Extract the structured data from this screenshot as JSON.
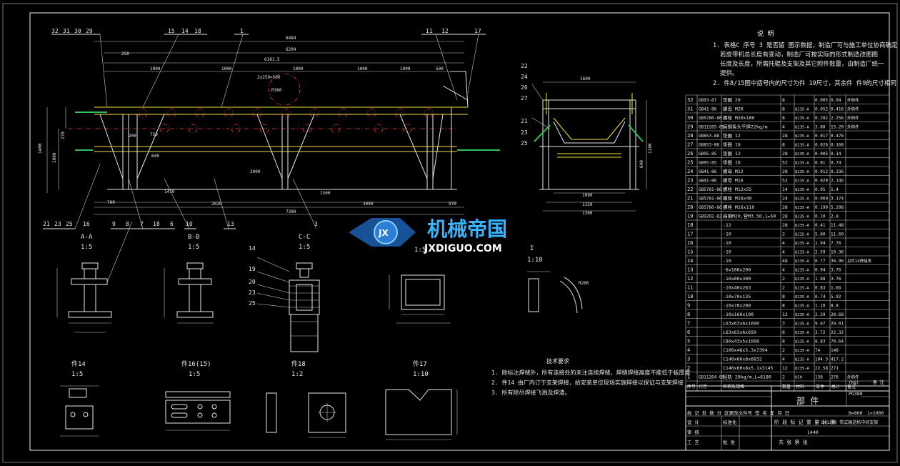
{
  "notes": {
    "title": "说 明",
    "lines": [
      "1. 表格C 序号 3 是否留 图示数据，制造厂可与施工单位协商确定",
      "若皮带机总长度有变动，制造厂可按实际的形式制造改图图",
      "长度及长度，所需托辊及支架及其它附件数量，由制造厂统一",
      "提供。",
      "2. 件8/15图中括号内的尺寸为件 19尺寸，其余件 件9的尺寸相同"
    ]
  },
  "tech": {
    "title": "技术要求",
    "lines": [
      "1. 除标注焊缝外，所有连接处的未注连续焊缝，焊缝焊接高度不能低于板厚度",
      "2. 件14 由厂内订于支架焊接，给安装单位现场实施焊接以保证与支架焊接",
      "3. 所有除尽焊接飞溅及焊渣。"
    ]
  },
  "bom": {
    "header": [
      "序号",
      "代号",
      "名称及规格",
      "数量",
      "材料",
      "单件",
      "总计",
      "备注"
    ],
    "rows": [
      [
        "32",
        "GB93-87",
        "垫圈 20",
        "8",
        "",
        "0.005",
        "0.04",
        "外购件"
      ],
      [
        "31",
        "GB41-86",
        "螺母 M20",
        "8",
        "Q235-A",
        "0.052",
        "0.416",
        "外购件"
      ],
      [
        "30",
        "GB5780-86",
        "螺栓 M20x100",
        "8",
        "Q235-A",
        "0.282",
        "2.256",
        "外购件"
      ],
      [
        "29",
        "GB11265-89",
        "扁钢条头平焊22kg/m",
        "4",
        "Q235-A",
        "3.80",
        "15.20",
        "外购件"
      ],
      [
        "28",
        "GB853-88",
        "垫圈 12",
        "28",
        "Q235-A",
        "0.017",
        "0.476",
        ""
      ],
      [
        "27",
        "GB853-88",
        "垫圈 16",
        "8",
        "Q235-A",
        "0.026",
        "0.168",
        ""
      ],
      [
        "26",
        "GB95-85",
        "垫圈 12",
        "28",
        "Q235-A",
        "0.005",
        "0.14",
        ""
      ],
      [
        "25",
        "GB95-85",
        "垫圈 16",
        "52",
        "Q235-A",
        "0.01",
        "0.74",
        ""
      ],
      [
        "24",
        "GB41-86",
        "螺母 M12",
        "28",
        "Q235-A",
        "0.012",
        "0.336",
        ""
      ],
      [
        "23",
        "GB41-86",
        "螺母 M16",
        "52",
        "Q235-A",
        "0.029",
        "2.146",
        ""
      ],
      [
        "22",
        "GB5781-86",
        "螺栓 M12x55",
        "14",
        "Q235-A",
        "0.05",
        "1.4",
        ""
      ],
      [
        "21",
        "GB5781-86",
        "螺栓 M16x40",
        "24",
        "Q235-A",
        "0.069",
        "3.174",
        ""
      ],
      [
        "20",
        "GB5780-86",
        "螺栓 M16x110",
        "28",
        "Q235-A",
        "0.199",
        "5.298",
        ""
      ],
      [
        "19",
        "GB9202-82",
        "扁钢M20,管M3.50,1=50",
        "28",
        "Q235-A",
        "0.10",
        "2.8",
        ""
      ],
      [
        "18",
        "",
        "-12",
        "28",
        "Q235-A",
        "0.41",
        "11.48",
        ""
      ],
      [
        "17",
        "",
        "-10",
        "2",
        "Q235-A",
        "5.80",
        "11.60",
        ""
      ],
      [
        "16",
        "",
        "-10",
        "4",
        "Q235-A",
        "1.94",
        "7.76",
        ""
      ],
      [
        "15",
        "",
        "-10",
        "4",
        "Q235-A",
        "2.59",
        "10.36",
        ""
      ],
      [
        "14",
        "",
        "-10",
        "48",
        "Q235-A",
        "0.77",
        "36.96",
        "见件14焊接表"
      ],
      [
        "13",
        "",
        "-6x100x200",
        "4",
        "Q235-A",
        "0.94",
        "3.76",
        ""
      ],
      [
        "12",
        "",
        "-10x80x300",
        "2",
        "Q235-A",
        "1.88",
        "3.76",
        ""
      ],
      [
        "11",
        "",
        "-10x40x263",
        "2",
        "Q235-A",
        "0.83",
        "1.66",
        ""
      ],
      [
        "10",
        "",
        "-10x70x135",
        "8",
        "Q235-A",
        "0.74",
        "5.92",
        ""
      ],
      [
        "9",
        "",
        "-10x70x200",
        "8",
        "Q235-A",
        "1.10",
        "8.8",
        ""
      ],
      [
        "8",
        "",
        "-10x160x190",
        "12",
        "Q235-A",
        "2.39",
        "28.68",
        ""
      ],
      [
        "7",
        "",
        "L63x63x6x1690",
        "3",
        "Q235-A",
        "9.67",
        "29.01",
        ""
      ],
      [
        "6",
        "",
        "L63x63x6x650",
        "6",
        "Q235-A",
        "3.72",
        "22.32",
        ""
      ],
      [
        "5",
        "",
        "C80x43x5x1098",
        "8",
        "Q235-A",
        "8.83",
        "70.64",
        ""
      ],
      [
        "4",
        "",
        "C100x48x5.3x7394",
        "2",
        "Q235-A",
        "74",
        "148",
        ""
      ],
      [
        "3",
        "",
        "C140x60x8x6832",
        "4",
        "Q235-A",
        "104.3",
        "417.2",
        ""
      ],
      [
        "2",
        "",
        "C140x60x8x5.1x3145",
        "12",
        "Q235-A",
        "22.58",
        "271",
        ""
      ],
      [
        "1",
        "GB11264-89",
        "轻轨 28kg/m,L=6180",
        "2",
        "U50",
        "138",
        "276",
        "外购件"
      ]
    ]
  },
  "title_block": {
    "part": "部 件",
    "code": "PG380",
    "scale_label": "B=800",
    "ratio": "1=1000",
    "marks": "标 记 处 数 分  区更改文件号 签 名 年 月 日",
    "design": "设 计",
    "std": "标准化",
    "stage": "阶 段 标 记   重 量  比 例",
    "name": "B=1200 带式输送机中间支架",
    "weight": "1440",
    "check": "审 核",
    "process": "工 艺",
    "approve": "批 准",
    "sheets": "共  张  第  张",
    "mass_hdr": "(kg)",
    "remark_hdr": "备 注"
  },
  "leaders_top": [
    "32",
    "31",
    "30",
    "29",
    "15",
    "14",
    "18",
    "1",
    "11",
    "12",
    "17"
  ],
  "leaders_bottom": [
    "21",
    "23",
    "25",
    "16",
    "9",
    "8",
    "7",
    "18",
    "6",
    "10",
    "13",
    "3"
  ],
  "dims": {
    "overall": "6484",
    "d2": "6294",
    "d3": "6181.5",
    "d4": "2x250=500",
    "spans": [
      "1000",
      "1000",
      "1000",
      "1000",
      "1000",
      "500"
    ],
    "bottom1": "2020",
    "bottom2": "3000",
    "bottom3": "970",
    "total": "7390",
    "mid1": "1500",
    "mid2": "3000",
    "d1410": "1410",
    "d700": "700",
    "d250": "250",
    "d200": "200",
    "left_h": "1400",
    "h270": "270",
    "h1000": "1000",
    "r": "R360",
    "end_w": "1600",
    "end_w2": "1090",
    "end_w3": "1150",
    "end_w4": "1300",
    "end_h": "1100",
    "h640": "640",
    "w750": "750",
    "w640": "640"
  },
  "views": {
    "aa": "A-A",
    "aa_s": "1:5",
    "bb": "B-B",
    "bb_s": "1:5",
    "cc": "C-C",
    "cc_s": "1:5",
    "v_scale": "1:5",
    "v_i": "I",
    "v_i_s": "1:10",
    "p14": "件14",
    "p14_s": "1:5",
    "p16": "件16(15)",
    "p16_s": "1:5",
    "p18": "件18",
    "p18_s": "1:2",
    "p17": "件17",
    "p17_s": "1:10",
    "r200": "R200"
  },
  "callouts": [
    "14",
    "19",
    "20",
    "23",
    "25",
    "22",
    "24",
    "26",
    "27",
    "21"
  ],
  "watermark": {
    "main": "机械帝国",
    "sub": "JXDIGUO.COM",
    "logo": "JX"
  }
}
